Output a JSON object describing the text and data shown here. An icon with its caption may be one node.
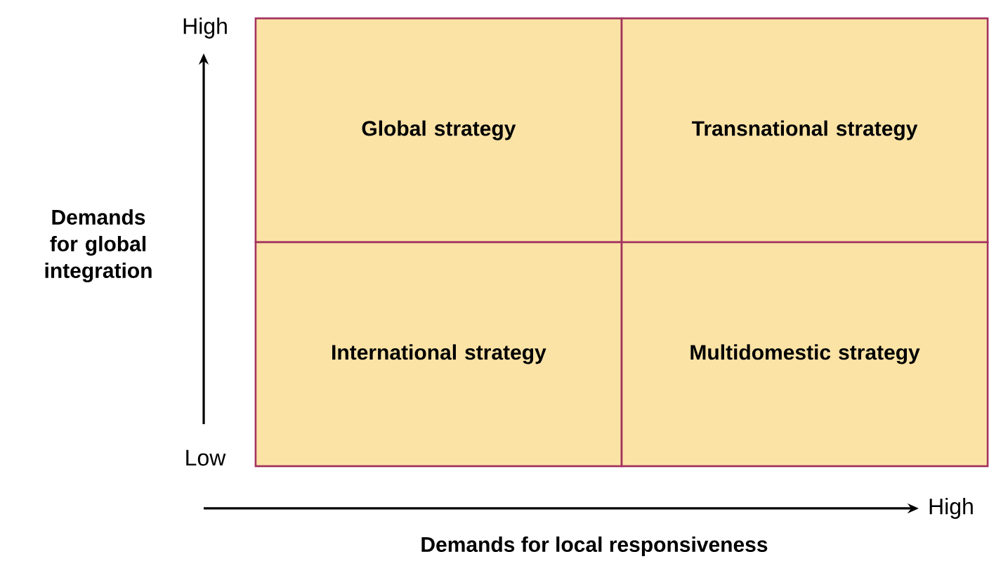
{
  "diagram": {
    "nodes": [
      {
        "text": [
          "Global strategy"
        ]
      },
      {
        "text": [
          "Transnational strategy"
        ]
      },
      {
        "text": [
          "International strategy"
        ]
      },
      {
        "text": [
          "Multidomestic strategy"
        ]
      }
    ],
    "labels": [
      "High",
      "Demands for global integration",
      "Low",
      "High",
      "Demands for local responsiveness"
    ]
  }
}
